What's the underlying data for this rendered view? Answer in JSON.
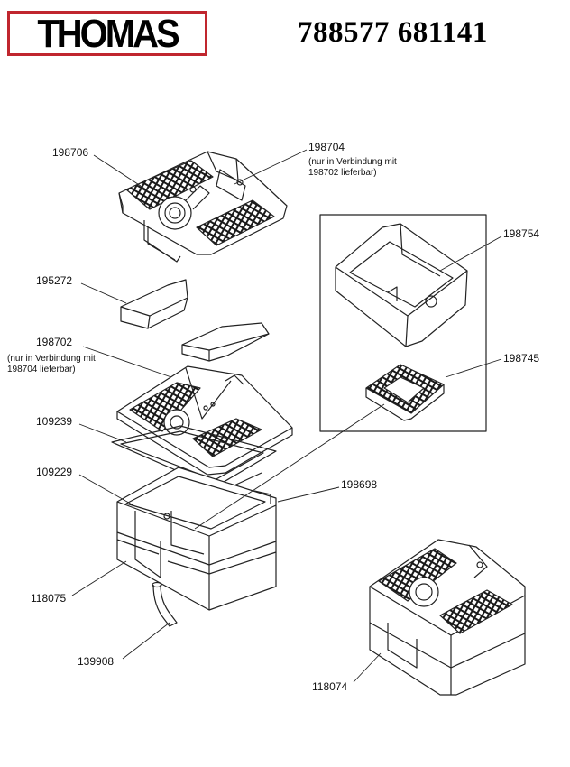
{
  "header": {
    "brand": "THOMAS",
    "model_numbers": "788577 681141"
  },
  "colors": {
    "brand_red": "#c0262e",
    "line": "#222222"
  },
  "parts": [
    {
      "id": "198706"
    },
    {
      "id": "198704",
      "note": [
        "(nur in Verbindung mit",
        "198702 lieferbar)"
      ]
    },
    {
      "id": "198754"
    },
    {
      "id": "195272"
    },
    {
      "id": "198702",
      "note": [
        "(nur in Verbindung mit",
        "198704 lieferbar)"
      ]
    },
    {
      "id": "198745"
    },
    {
      "id": "109239"
    },
    {
      "id": "109229"
    },
    {
      "id": "198698"
    },
    {
      "id": "118075"
    },
    {
      "id": "139908"
    },
    {
      "id": "118074"
    }
  ]
}
